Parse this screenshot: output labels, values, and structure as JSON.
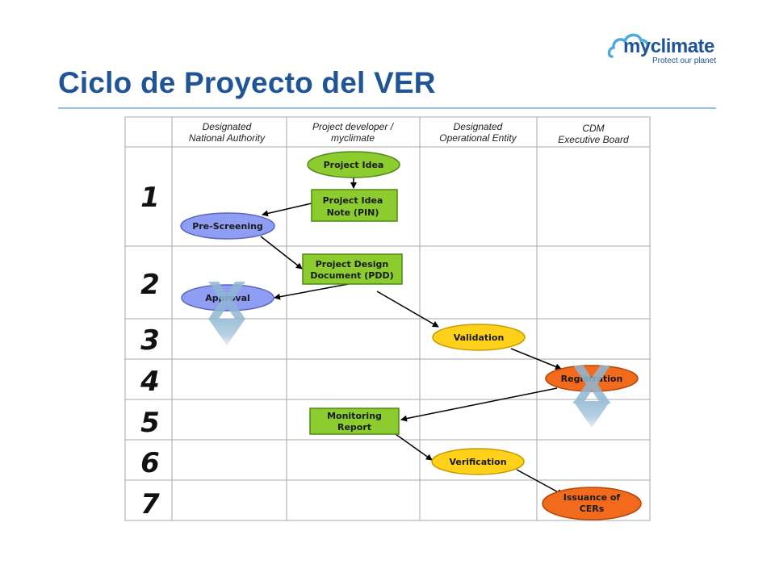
{
  "slide": {
    "title": "Ciclo de Proyecto del VER"
  },
  "logo": {
    "name": "myclimate",
    "tagline": "Protect our planet",
    "color": "#1f5597",
    "cloud_color": "#4fa9dc"
  },
  "diagram": {
    "columns": [
      [
        "Designated",
        "National Authority"
      ],
      [
        "Project developer /",
        "myclimate"
      ],
      [
        "Designated",
        "Operational Entity"
      ],
      [
        "CDM",
        "Executive Board"
      ]
    ],
    "rows": [
      "1",
      "2",
      "3",
      "4",
      "5",
      "6",
      "7"
    ],
    "nodes": {
      "project_idea": [
        "Project Idea"
      ],
      "pin": [
        "Project Idea",
        "Note (PIN)"
      ],
      "pre_screening": [
        "Pre-Screening"
      ],
      "pdd": [
        "Project Design",
        "Document (PDD)"
      ],
      "approval": [
        "Approval"
      ],
      "validation": [
        "Validation"
      ],
      "registration": [
        "Registration"
      ],
      "monitoring": [
        "Monitoring",
        "Report"
      ],
      "verification": [
        "Verification"
      ],
      "issuance": [
        "Issuance of",
        "CERs"
      ]
    },
    "cross_mark": "X",
    "colors": {
      "green": "#8ccc2e",
      "green_border": "#4f8a12",
      "blue": "#8f9df2",
      "blue_border": "#5a66c2",
      "yellow": "#ffd11a",
      "yellow_border": "#c79a00",
      "orange": "#f26a1b",
      "orange_border": "#b8460a",
      "grid": "#aaaaaa",
      "cross": "#9fbfd6"
    }
  }
}
